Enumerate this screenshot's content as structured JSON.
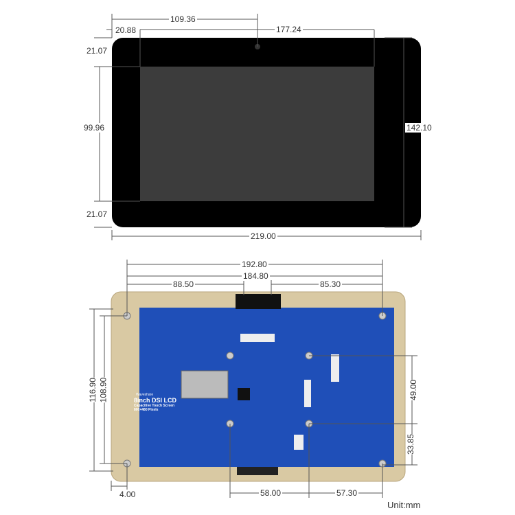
{
  "front_view": {
    "dimensions": {
      "camera_offset": "109.36",
      "active_width": "177.24",
      "side_border": "20.88",
      "top_border": "21.07",
      "active_height": "99.96",
      "bottom_border": "21.07",
      "total_height": "142.10",
      "total_width": "219.00"
    }
  },
  "back_view": {
    "dimensions": {
      "hole_span_outer": "192.80",
      "hole_span_inner": "184.80",
      "left_to_connector": "88.50",
      "connector_to_right": "85.30",
      "height_outer": "116.90",
      "height_inner": "108.90",
      "hole_to_mid": "49.00",
      "mid_to_bottom": "33.85",
      "edge_offset": "4.00",
      "bottom_left": "58.00",
      "bottom_right": "57.30"
    },
    "pcb_label": {
      "brand": "Waveshare",
      "title": "8inch DSI LCD",
      "subtitle": "Capacitive Touch Screen",
      "resolution": "800×480 Pixels"
    }
  },
  "unit": "Unit:mm",
  "colors": {
    "bezel": "#000000",
    "screen": "#3a3a3a",
    "frame": "#d9c9a3",
    "pcb": "#1f4fb8"
  }
}
